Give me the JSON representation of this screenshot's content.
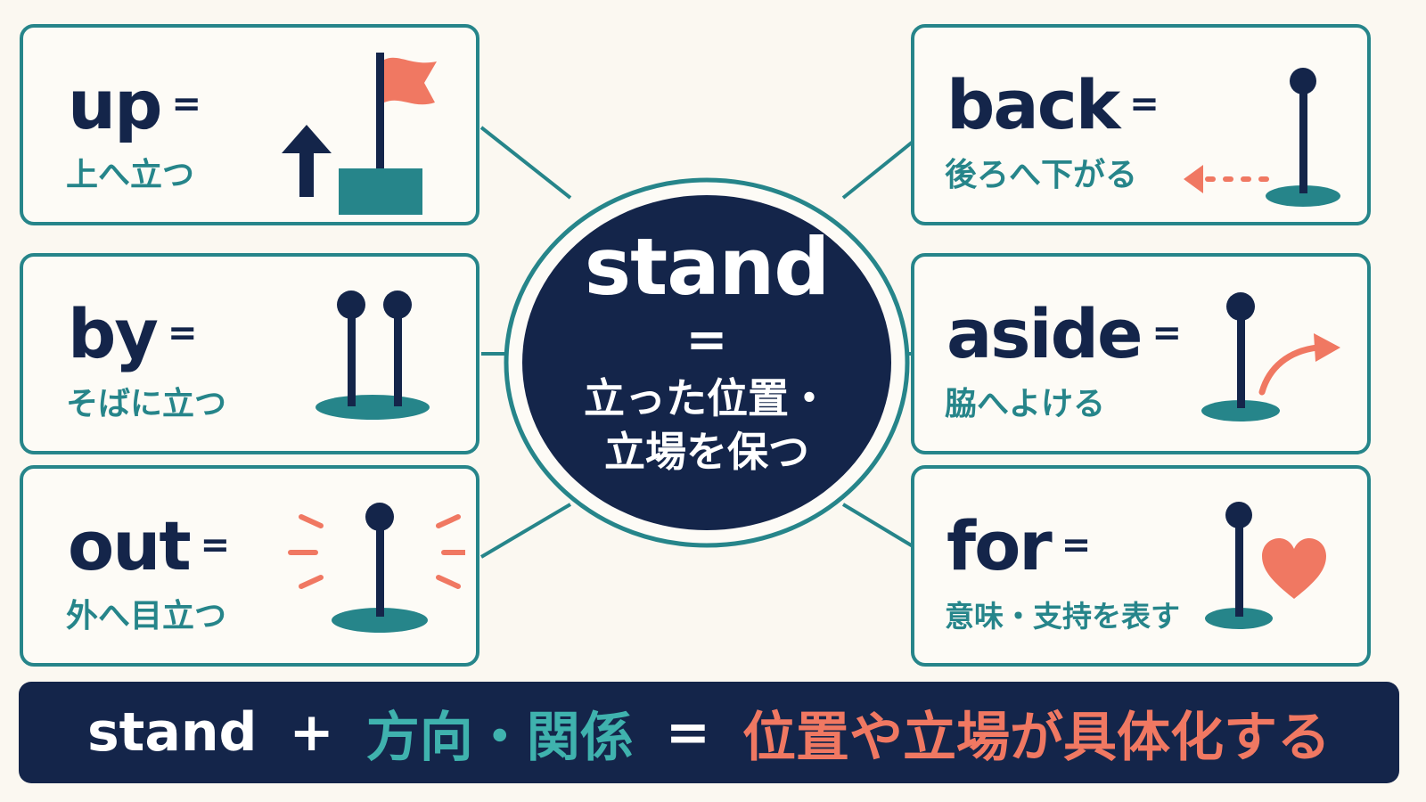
{
  "center": {
    "word": "stand",
    "equals": "=",
    "meaning_line1": "立った位置・",
    "meaning_line2": "立場を保つ"
  },
  "cards": [
    {
      "word": "up",
      "equals": "=",
      "meaning": "上へ立つ",
      "icon": "flag-on-block-with-up-arrow-icon"
    },
    {
      "word": "by",
      "equals": "=",
      "meaning": "そばに立つ",
      "icon": "two-pins-side-by-side-icon"
    },
    {
      "word": "out",
      "equals": "=",
      "meaning": "外へ目立つ",
      "icon": "pin-with-burst-lines-icon"
    },
    {
      "word": "back",
      "equals": "=",
      "meaning": "後ろへ下がる",
      "icon": "pin-with-back-arrow-icon"
    },
    {
      "word": "aside",
      "equals": "=",
      "meaning": "脇へよける",
      "icon": "pin-with-side-arrow-icon"
    },
    {
      "word": "for",
      "equals": "=",
      "meaning": "意味・支持を表す",
      "icon": "pin-with-heart-icon"
    }
  ],
  "formula": {
    "term1": "stand",
    "plus": "+",
    "term2": "方向・関係",
    "equals": "=",
    "result": "位置や立場が具体化する"
  },
  "colors": {
    "navy": "#14254a",
    "teal": "#26858a",
    "teal_light": "#3fb2ae",
    "coral": "#f07862",
    "background": "#fbf8f1"
  }
}
